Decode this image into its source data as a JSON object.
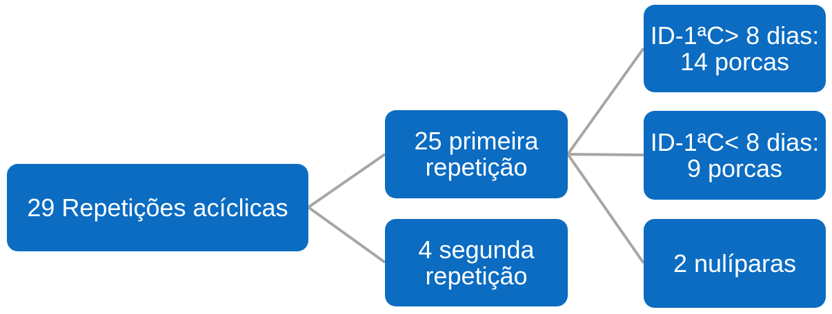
{
  "diagram": {
    "type": "hierarchy",
    "root": {
      "id": "acyclic_repeats",
      "label": "29 Repetições acíclicas"
    },
    "level2": [
      {
        "id": "first_repeat",
        "label": "25 primeira\nrepetição"
      },
      {
        "id": "second_repeat",
        "label": "4 segunda\nrepetição"
      }
    ],
    "level3": [
      {
        "id": "interval_gt_8_days",
        "label": "ID-1ªC> 8 dias:\n14 porcas"
      },
      {
        "id": "interval_lt_8_days",
        "label": "ID-1ªC< 8 dias:\n9 porcas"
      },
      {
        "id": "nulliparous",
        "label": "2 nulíparas"
      }
    ],
    "edges": [
      {
        "from": "acyclic_repeats",
        "to": "first_repeat"
      },
      {
        "from": "acyclic_repeats",
        "to": "second_repeat"
      },
      {
        "from": "first_repeat",
        "to": "interval_gt_8_days"
      },
      {
        "from": "first_repeat",
        "to": "interval_lt_8_days"
      },
      {
        "from": "first_repeat",
        "to": "nulliparous"
      }
    ],
    "colors": {
      "node_fill": "#0b6cc2",
      "node_text": "#ffffff",
      "connector": "#a6a6a6",
      "background": "#ffffff"
    }
  }
}
